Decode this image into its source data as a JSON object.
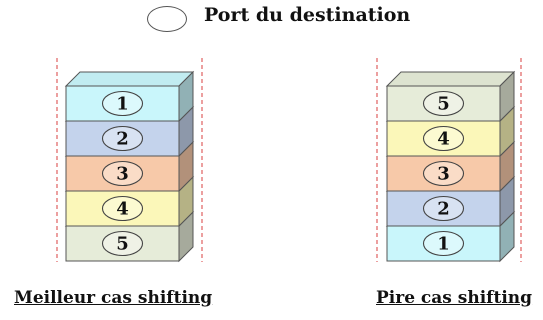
{
  "legend": {
    "label": "Port du destination"
  },
  "stacks": [
    {
      "caption": "Meilleur cas shifting",
      "boxes_top_to_bottom": [
        {
          "number": "1",
          "color": "#c9f6fb"
        },
        {
          "number": "2",
          "color": "#c4d3ec"
        },
        {
          "number": "3",
          "color": "#f7c9a9"
        },
        {
          "number": "4",
          "color": "#fbf7b9"
        },
        {
          "number": "5",
          "color": "#e6ecd9"
        }
      ]
    },
    {
      "caption": "Pire cas shifting",
      "boxes_top_to_bottom": [
        {
          "number": "5",
          "color": "#e6ecd9"
        },
        {
          "number": "4",
          "color": "#fbf7b9"
        },
        {
          "number": "3",
          "color": "#f7c9a9"
        },
        {
          "number": "2",
          "color": "#c4d3ec"
        },
        {
          "number": "1",
          "color": "#c9f6fb"
        }
      ]
    }
  ],
  "colors": {
    "boundary_line": "#e06060",
    "outline": "#555555"
  }
}
